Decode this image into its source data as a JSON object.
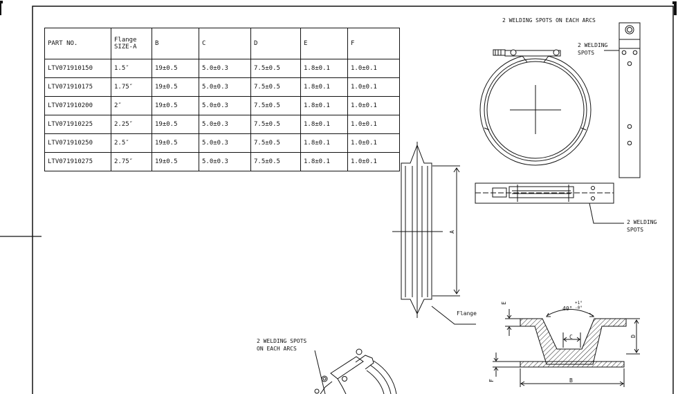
{
  "table": {
    "headers": [
      "PART NO.",
      "Flange\nSIZE-A",
      "B",
      "C",
      "D",
      "E",
      "F"
    ],
    "rows": [
      [
        "LTV071910150",
        "1.5″",
        "19±0.5",
        "5.0±0.3",
        "7.5±0.5",
        "1.8±0.1",
        "1.0±0.1"
      ],
      [
        "LTV071910175",
        "1.75″",
        "19±0.5",
        "5.0±0.3",
        "7.5±0.5",
        "1.8±0.1",
        "1.0±0.1"
      ],
      [
        "LTV071910200",
        "2″",
        "19±0.5",
        "5.0±0.3",
        "7.5±0.5",
        "1.8±0.1",
        "1.0±0.1"
      ],
      [
        "LTV071910225",
        "2.25″",
        "19±0.5",
        "5.0±0.3",
        "7.5±0.5",
        "1.8±0.1",
        "1.0±0.1"
      ],
      [
        "LTV071910250",
        "2.5″",
        "19±0.5",
        "5.0±0.3",
        "7.5±0.5",
        "1.8±0.1",
        "1.0±0.1"
      ],
      [
        "LTV071910275",
        "2.75″",
        "19±0.5",
        "5.0±0.3",
        "7.5±0.5",
        "1.8±0.1",
        "1.0±0.1"
      ]
    ]
  },
  "annotations": {
    "welding_top": "2 WELDING SPOTS ON EACH ARCS",
    "welding_side": "2 WELDING\nSPOTS",
    "welding_right": "2 WELDING\nSPOTS",
    "welding_bottom": "2 WELDING SPOTS\nON EACH ARCS",
    "flange_label": "Flange",
    "angle_label": "40°",
    "angle_tolerance": "+1°\n-0°"
  },
  "dimensions": {
    "a": "A",
    "b": "B",
    "c": "C",
    "d": "D",
    "e": "E",
    "f": "F"
  }
}
